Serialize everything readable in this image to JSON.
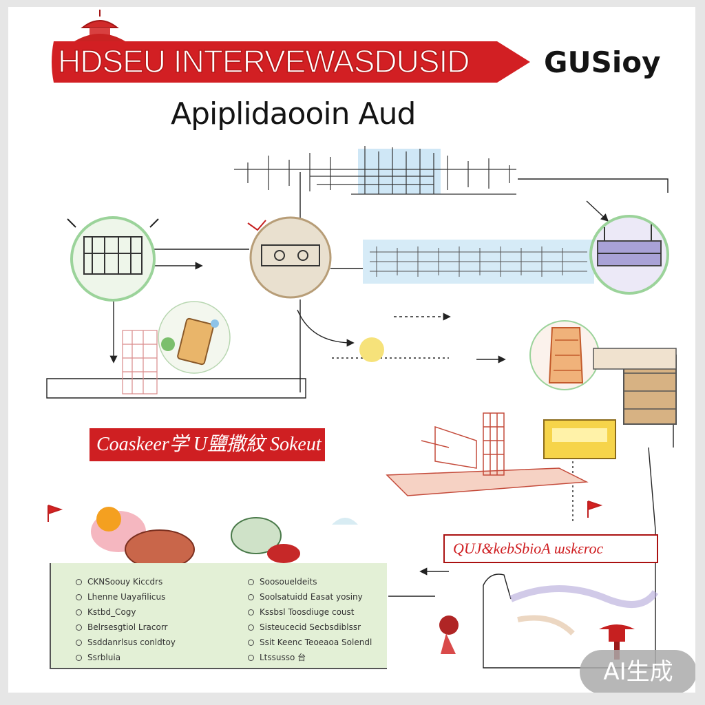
{
  "header": {
    "banner_title": "HDSEU INTERVEWASDUSID",
    "side_title": "GUSioy",
    "subtitle": "Apiplidaooin Aud"
  },
  "section_labels": {
    "left": "Coaskeer学 U鹽撒紋 Sokeut",
    "right": "QUJ&kebSbioA ɯskɛroc"
  },
  "panel": {
    "column_left": [
      "CKNSoouy Kiccdrs",
      "Lhenne Uayafilicus",
      "Kstbd_Cogy",
      "Belrsesgtiol Lracorr",
      "Ssddanrlsus conldtoy",
      "Ssrbluia"
    ],
    "column_right": [
      "Soosoueldeits",
      "Soolsatuidd Easat yosiny",
      "Kssbsl Toosdiuge coust",
      "Sisteucecid Secbsdiblssr",
      "Ssit Keenc Teoeaoa Solendl",
      "Ltssusso 台"
    ]
  },
  "badge": {
    "label": "AI生成"
  },
  "colors": {
    "accent_red": "#cf1f22",
    "panel_green": "#e3f0d6",
    "band_blue": "#d6ebf7",
    "node_green": "#9bd39a",
    "node_purple": "#a9a2d6"
  },
  "icons": [
    "pagoda-icon",
    "building-icon",
    "lantern-icon",
    "machine-icon",
    "flag-icon"
  ]
}
